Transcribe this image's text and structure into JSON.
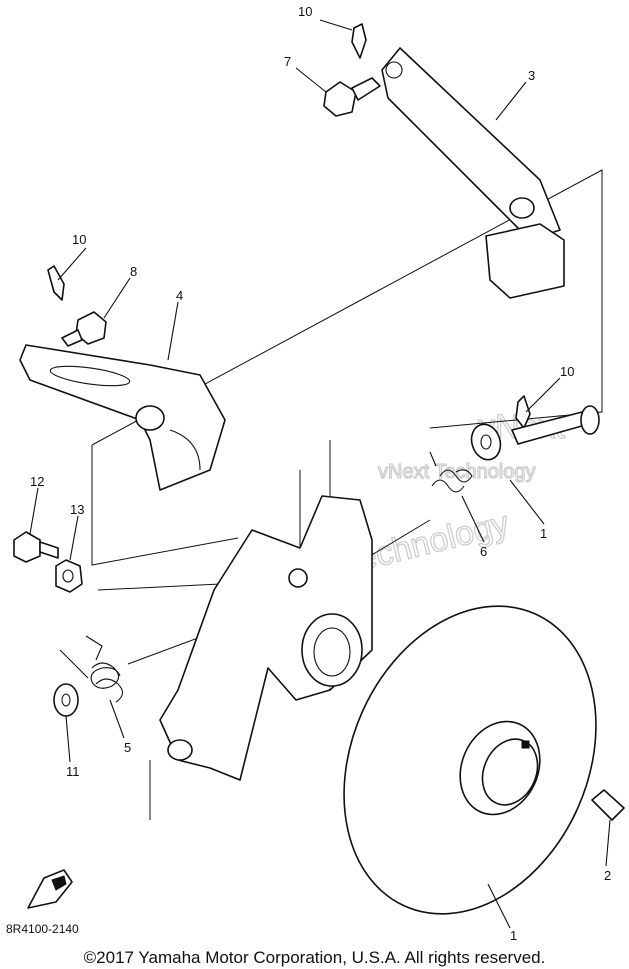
{
  "watermark": [
    "vNext",
    "Technology",
    "vNext Technology"
  ],
  "callouts": [
    "10",
    "7",
    "3",
    "10",
    "8",
    "4",
    "10",
    "12",
    "13",
    "6",
    "1",
    "5",
    "11",
    "2",
    "1"
  ],
  "diagram_code": "8R4100-2140",
  "copyright": "©2017 Yamaha Motor Corporation, U.S.A. All rights reserved."
}
